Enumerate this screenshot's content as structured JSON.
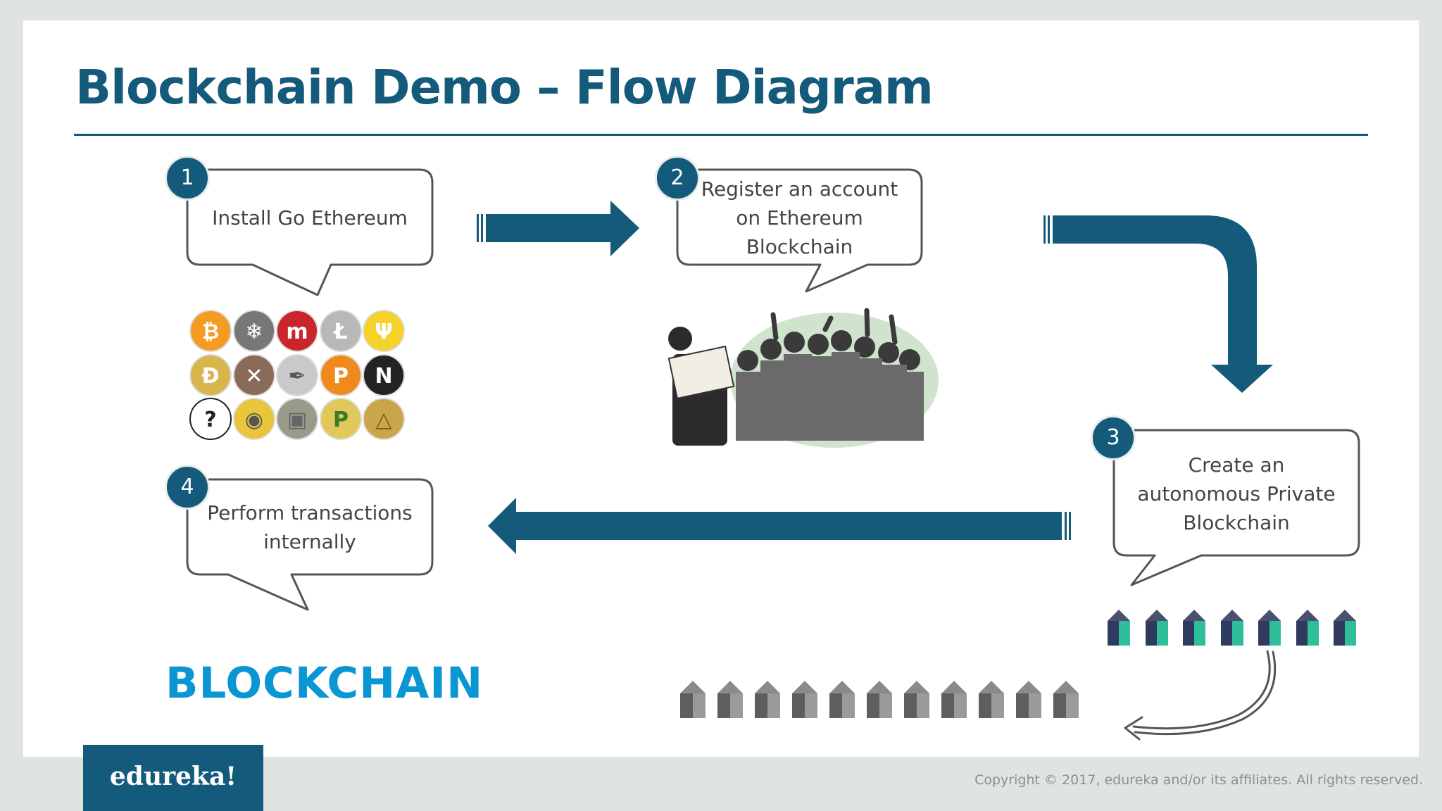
{
  "title": "Blockchain Demo – Flow Diagram",
  "steps": [
    {
      "number": "1",
      "lines": [
        "Install Go Ethereum"
      ]
    },
    {
      "number": "2",
      "lines": [
        "Register an account",
        "on Ethereum",
        "Blockchain"
      ]
    },
    {
      "number": "3",
      "lines": [
        "Create an",
        "autonomous Private",
        "Blockchain"
      ]
    },
    {
      "number": "4",
      "lines": [
        "Perform transactions",
        "internally"
      ]
    }
  ],
  "logo_text": "BLOCKCHAIN",
  "brand": "edureka!",
  "copyright": "Copyright © 2017, edureka and/or its affiliates. All rights reserved.",
  "colors": {
    "accent": "#145a7a",
    "logo_blue": "#0a96d3",
    "bubble_border": "#555555",
    "cube_teal": "#2ebf9a",
    "cube_gray": "#7a7a7a"
  },
  "icons": [
    "bitcoin-coin-icon",
    "snowflake-coin-icon",
    "megacoin-icon",
    "litecoin-icon",
    "psi-coin-icon",
    "dogecoin-icon",
    "cross-coin-icon",
    "feather-coin-icon",
    "p-coin-icon",
    "n-coin-icon",
    "mask-coin-icon",
    "fish-coin-icon",
    "square-coin-icon",
    "peercoin-icon",
    "bell-coin-icon",
    "crowd-illustration",
    "teal-blocks-icon",
    "gray-blocks-icon",
    "curved-arrow-icon"
  ]
}
